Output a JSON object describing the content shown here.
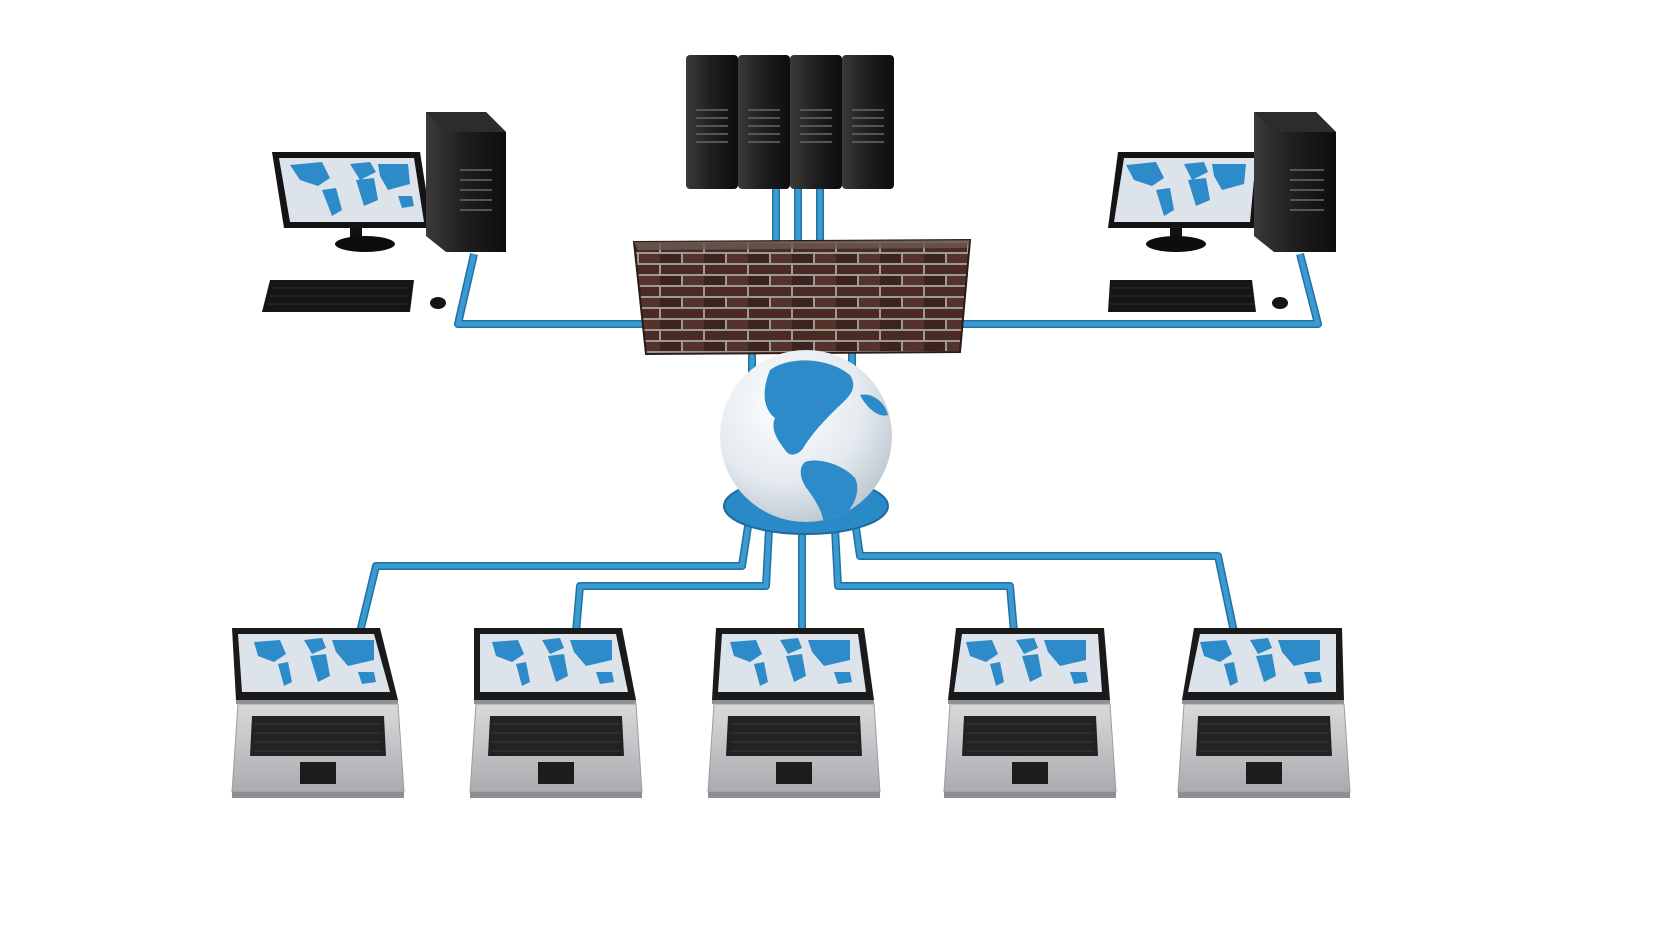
{
  "diagram": {
    "nodes": {
      "servers": {
        "kind": "server-rack",
        "count": 4
      },
      "firewall": {
        "kind": "brick-firewall"
      },
      "internet": {
        "kind": "globe"
      },
      "desktops": [
        {
          "kind": "desktop-workstation",
          "side": "left"
        },
        {
          "kind": "desktop-workstation",
          "side": "right"
        }
      ],
      "laptops": {
        "kind": "laptop",
        "count": 5
      }
    },
    "colors": {
      "cable": "#3a9ad4",
      "cable_dark": "#23709f",
      "tower": "#1b1b1b",
      "screen_bg": "#dde3ea",
      "map": "#2e8bc9",
      "brick": "#4a2a22",
      "mortar": "#9d9a95",
      "laptop_body": "#c9cbce",
      "globe_ocean": "#e6ecf1"
    }
  }
}
